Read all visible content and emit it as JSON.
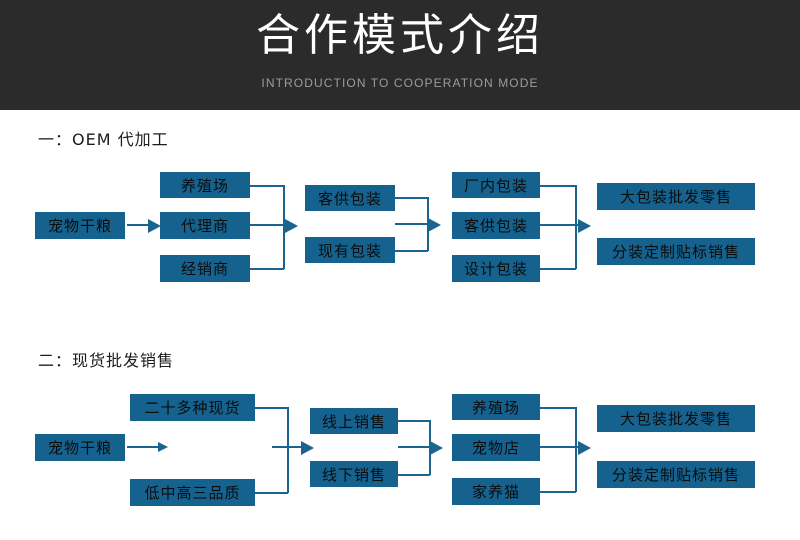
{
  "banner": {
    "title": "合作模式介绍",
    "subtitle": "INTRODUCTION TO COOPERATION MODE",
    "bg_color": "#2b2b2b",
    "title_color": "#ffffff",
    "subtitle_color": "#9c9c9c"
  },
  "theme": {
    "box_color": "#15628f",
    "line_color": "#1b6391",
    "page_bg": "#ffffff"
  },
  "sections": [
    {
      "heading": "一：OEM 代加工",
      "col1": [
        "宠物干粮"
      ],
      "col2": [
        "养殖场",
        "代理商",
        "经销商"
      ],
      "col3": [
        "客供包装",
        "现有包装"
      ],
      "col4": [
        "厂内包装",
        "客供包装",
        "设计包装"
      ],
      "col5": [
        "大包装批发零售",
        "分装定制贴标销售"
      ]
    },
    {
      "heading": "二：现货批发销售",
      "col1": [
        "宠物干粮"
      ],
      "col2": [
        "二十多种现货",
        "低中高三品质"
      ],
      "col3": [
        "线上销售",
        "线下销售"
      ],
      "col4": [
        "养殖场",
        "宠物店",
        "家养猫"
      ],
      "col5": [
        "大包装批发零售",
        "分装定制贴标销售"
      ]
    }
  ]
}
